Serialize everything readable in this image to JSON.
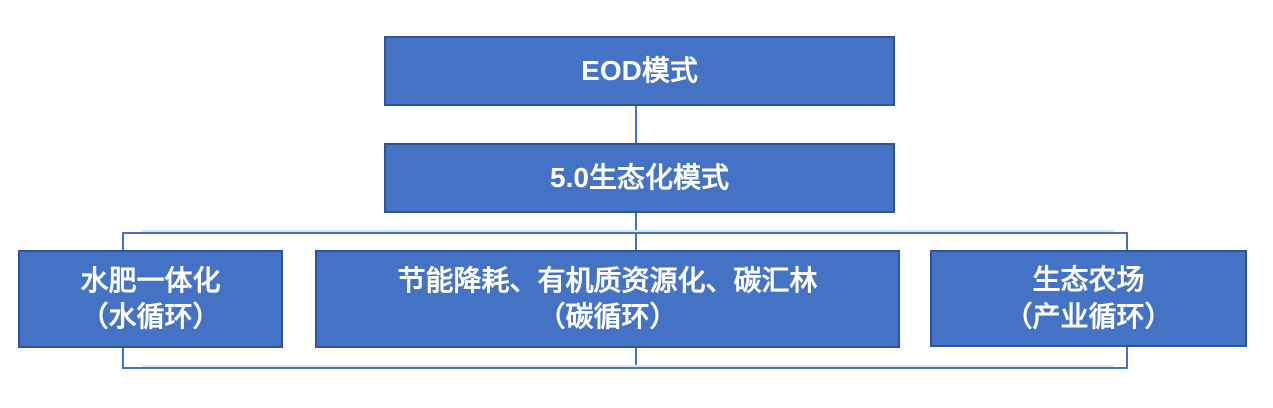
{
  "nodes": {
    "eod": {
      "line1": "EOD模式"
    },
    "eco": {
      "line1": "5.0生态化模式"
    },
    "water": {
      "line1": "水肥一体化",
      "line2": "（水循环）"
    },
    "carbon": {
      "line1": "节能降耗、有机质资源化、碳汇林",
      "line2": "（碳循环）"
    },
    "farm": {
      "line1": "生态农场",
      "line2": "（产业循环）"
    }
  },
  "colors": {
    "background": "#FFFFFF",
    "box_fill": "#4472C4",
    "box_border": "#2F5597",
    "connector": "#4472C4",
    "connector_light": "#D9E2F3",
    "text": "#FFFFFF"
  }
}
